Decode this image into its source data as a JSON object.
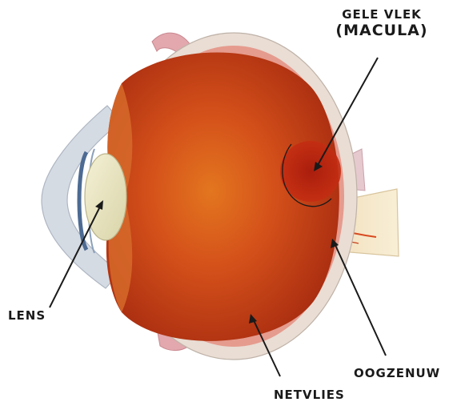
{
  "labels": {
    "macula_line1": "GELE VLEK",
    "macula_line2": "(MACULA)",
    "lens": "LENS",
    "optic_nerve": "OOGZENUW",
    "retina": "NETVLIES"
  },
  "colors": {
    "eyeball_interior": "#c83a12",
    "interior_highlight": "#e0701e",
    "sclera": "#e9ddd4",
    "retina_band": "#e59b8e",
    "lens": "#e9e4bf",
    "cornea": "#d5dbe3",
    "optic_nerve": "#f3e5c3",
    "muscle": "#e2a8ae",
    "macula": "#b8200e",
    "pointer": "#1a1a1a"
  }
}
